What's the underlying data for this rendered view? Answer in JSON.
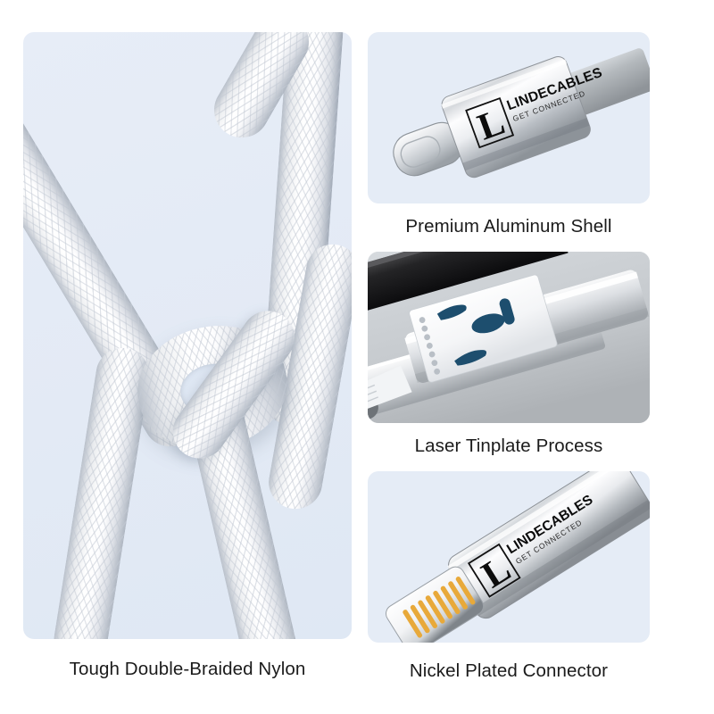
{
  "page": {
    "background_color": "#ffffff",
    "panel_background_color": "#e5ecf6",
    "caption_color": "#1b1b1b",
    "accent_blue": "#1d4e6e",
    "pin_gold": "#e8a93a"
  },
  "brand": {
    "name": "LINDECABLES",
    "tagline": "GET CONNECTED",
    "monogram": "L"
  },
  "features": [
    {
      "id": "nylon",
      "caption": "Tough Double-Braided Nylon",
      "image_subject": "white double-braided nylon cable tied in a knot"
    },
    {
      "id": "usbc",
      "caption": "Premium Aluminum Shell",
      "image_subject": "USB-C connector with brushed aluminum housing and laser-etched logo"
    },
    {
      "id": "laser",
      "caption": "Laser Tinplate Process",
      "image_subject": "laser engraving machine marking a white tinplate panel"
    },
    {
      "id": "lightning",
      "caption": "Nickel Plated Connector",
      "image_subject": "Lightning connector with nickel plated contacts and gold pins"
    }
  ]
}
